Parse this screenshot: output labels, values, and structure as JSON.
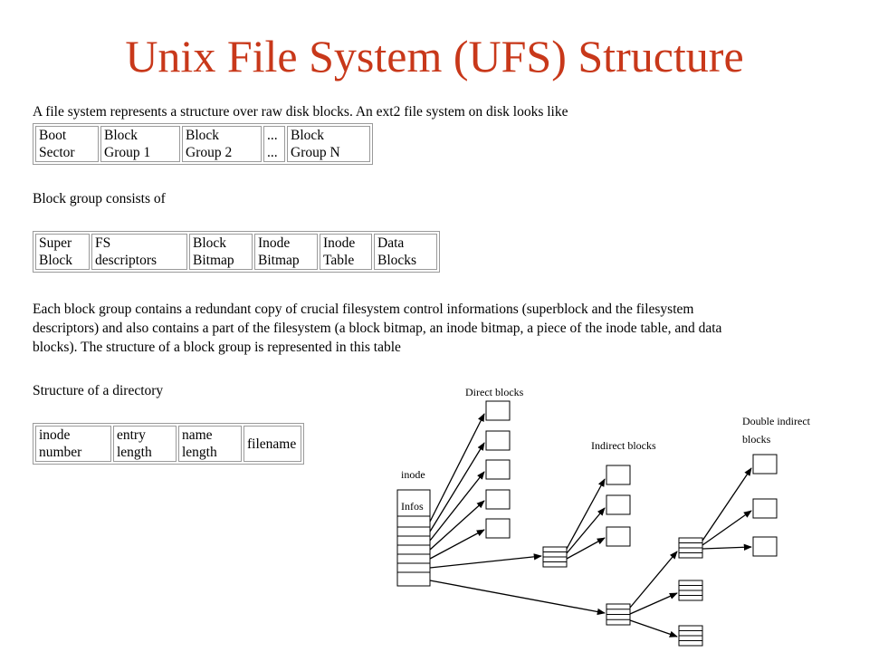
{
  "slide": {
    "title": "Unix File System (UFS) Structure"
  },
  "section1": {
    "text": "A file system represents a structure over raw disk blocks. An ext2 file system on disk looks like",
    "cells": [
      "Boot\nSector",
      "Block\nGroup 1",
      "Block\nGroup 2",
      "...\n...",
      "Block\nGroup N"
    ]
  },
  "section2": {
    "text": "Block group consists of",
    "cells": [
      "Super\nBlock",
      "FS\ndescriptors",
      "Block\nBitmap",
      "Inode\nBitmap",
      "Inode\nTable",
      "Data\nBlocks"
    ]
  },
  "section3": {
    "text": "Each block group contains a redundant copy of crucial filesystem control informations (superblock and the filesystem descriptors) and also contains a part of the filesystem (a block bitmap, an inode bitmap, a piece of the inode table, and data blocks). The structure of a block group is represented in this table"
  },
  "section4": {
    "text": "Structure of a directory",
    "cells": [
      "inode\nnumber",
      "entry\nlength",
      "name\nlength",
      "filename"
    ]
  },
  "diagram": {
    "label_direct": "Direct blocks",
    "label_indirect": "Indirect blocks",
    "label_double_1": "Double indirect",
    "label_double_2": "blocks",
    "label_inode": "inode",
    "label_infos": "Infos"
  }
}
